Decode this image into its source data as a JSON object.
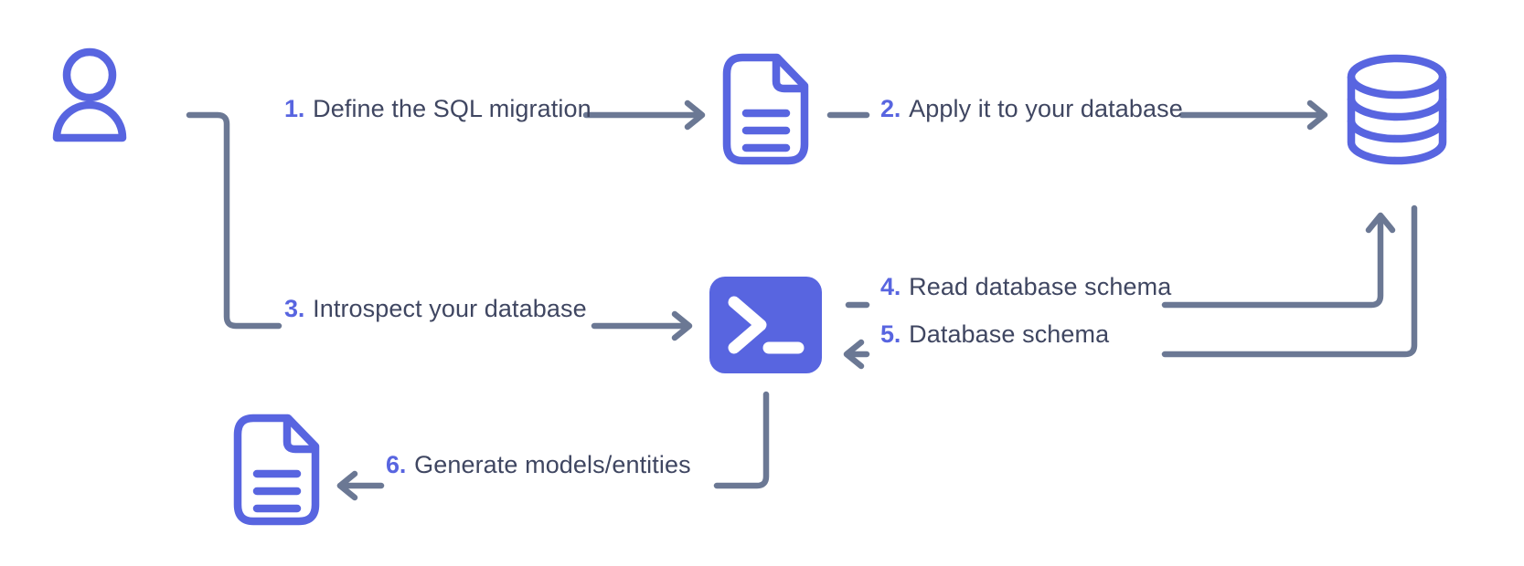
{
  "diagram": {
    "title": "Database migration and introspection workflow",
    "colors": {
      "icon_accent": "#5865e0",
      "wire": "#6b7894",
      "text": "#3f4661",
      "number": "#5865e0",
      "background": "#ffffff",
      "terminal_fill": "#5865e0",
      "terminal_glyph": "#ffffff"
    },
    "nodes": [
      {
        "id": "user",
        "icon": "user-icon",
        "label": "User"
      },
      {
        "id": "doc-sql",
        "icon": "document-icon",
        "label": "SQL migration file"
      },
      {
        "id": "database",
        "icon": "database-icon",
        "label": "Database"
      },
      {
        "id": "terminal",
        "icon": "terminal-icon",
        "label": "CLI terminal"
      },
      {
        "id": "doc-model",
        "icon": "document-icon",
        "label": "Generated models/entities file"
      }
    ],
    "steps": [
      {
        "num": "1.",
        "text": "Define the SQL migration",
        "from": "user",
        "to": "doc-sql"
      },
      {
        "num": "2.",
        "text": "Apply it to your database",
        "from": "doc-sql",
        "to": "database"
      },
      {
        "num": "3.",
        "text": "Introspect your database",
        "from": "user",
        "to": "terminal"
      },
      {
        "num": "4.",
        "text": "Read database schema",
        "from": "terminal",
        "to": "database"
      },
      {
        "num": "5.",
        "text": "Database schema",
        "from": "database",
        "to": "terminal"
      },
      {
        "num": "6.",
        "text": "Generate models/entities",
        "from": "terminal",
        "to": "doc-model"
      }
    ]
  }
}
